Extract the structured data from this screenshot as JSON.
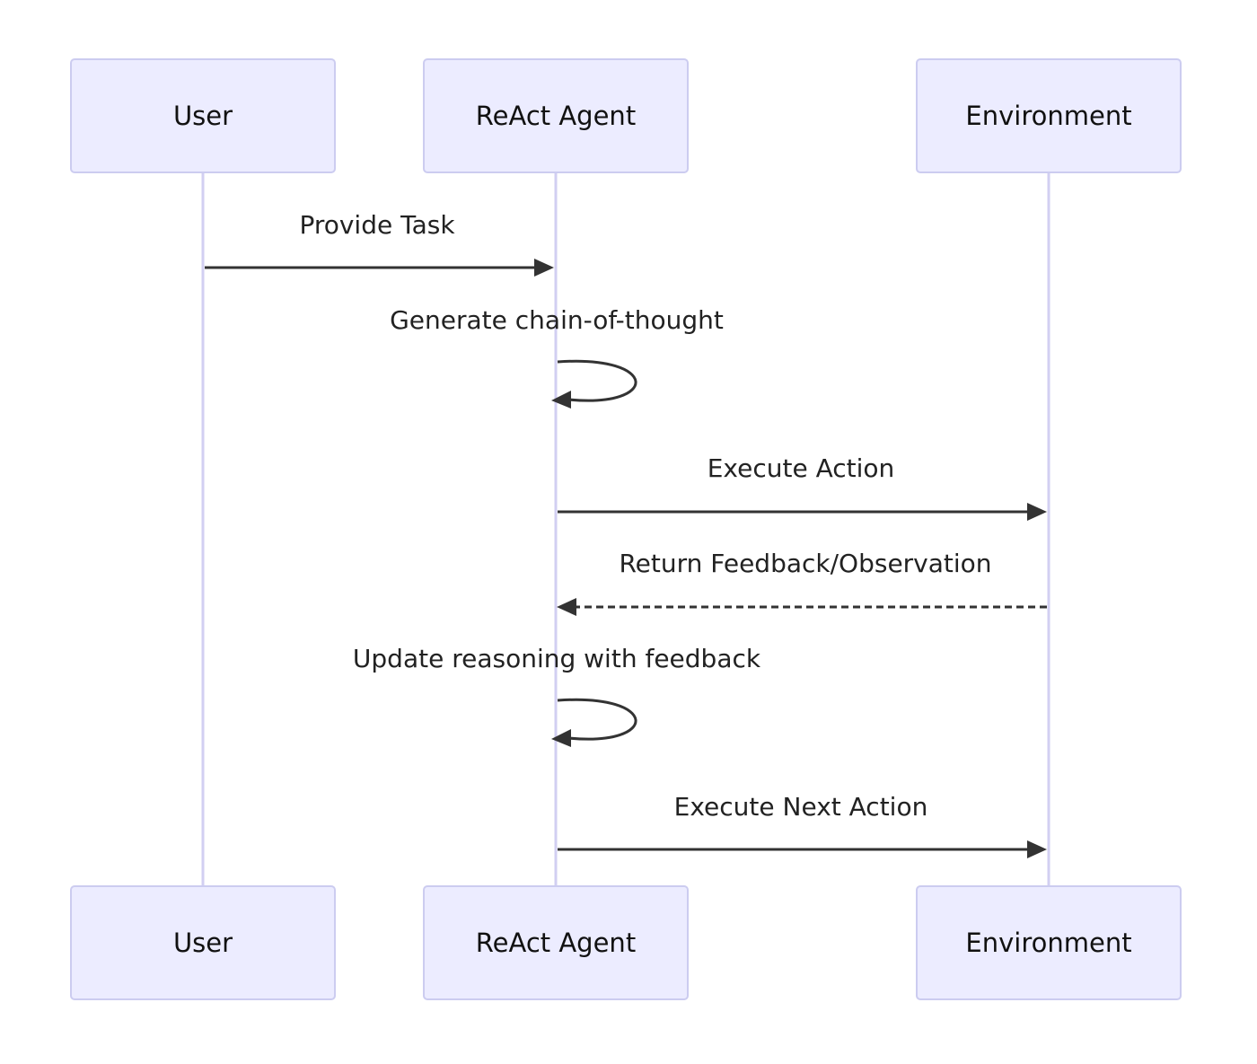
{
  "participants": [
    {
      "id": "user",
      "label": "User"
    },
    {
      "id": "agent",
      "label": "ReAct Agent"
    },
    {
      "id": "env",
      "label": "Environment"
    }
  ],
  "messages": [
    {
      "from": "user",
      "to": "agent",
      "label": "Provide Task",
      "style": "solid"
    },
    {
      "from": "agent",
      "to": "agent",
      "label": "Generate chain-of-thought",
      "style": "solid"
    },
    {
      "from": "agent",
      "to": "env",
      "label": "Execute Action",
      "style": "solid"
    },
    {
      "from": "env",
      "to": "agent",
      "label": "Return Feedback/Observation",
      "style": "dashed"
    },
    {
      "from": "agent",
      "to": "agent",
      "label": "Update reasoning with feedback",
      "style": "solid"
    },
    {
      "from": "agent",
      "to": "env",
      "label": "Execute Next Action",
      "style": "solid"
    }
  ],
  "colors": {
    "actor_fill": "#ECECFF",
    "actor_border": "#CCCCF0",
    "lifeline": "#D2CFF2",
    "arrow": "#333333"
  }
}
